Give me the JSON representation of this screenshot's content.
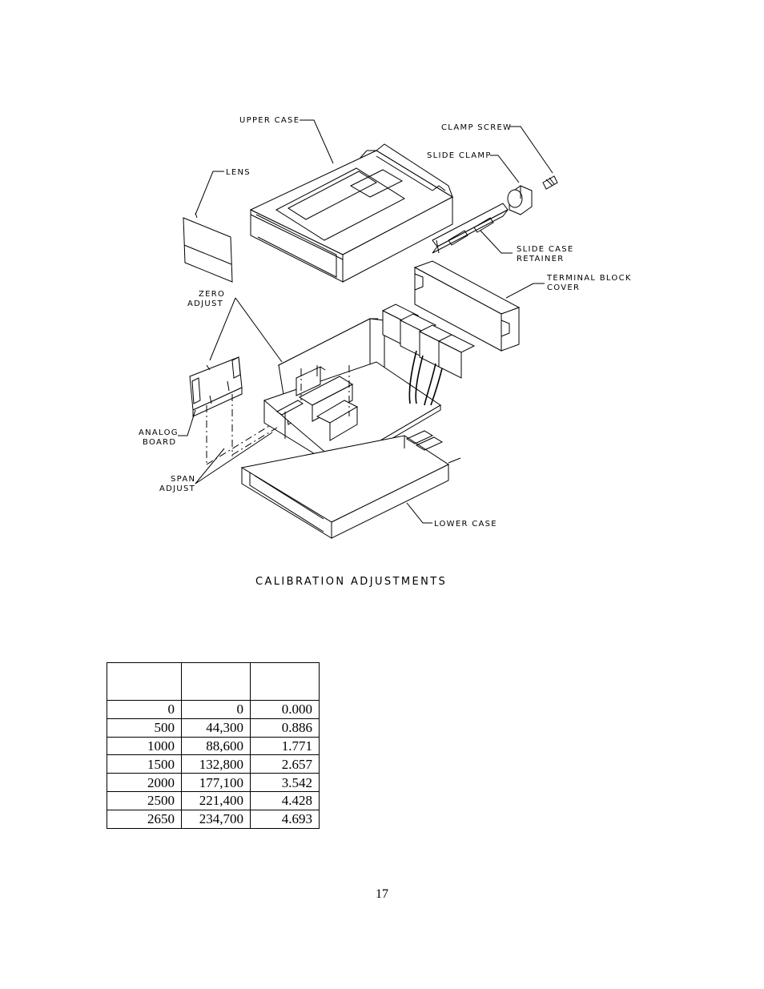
{
  "diagram": {
    "labels": {
      "upper_case": "UPPER CASE",
      "clamp_screw": "CLAMP SCREW",
      "slide_clamp": "SLIDE CLAMP",
      "lens": "LENS",
      "slide_case_retainer_1": "SLIDE CASE",
      "slide_case_retainer_2": "RETAINER",
      "terminal_block_cover_1": "TERMINAL BLOCK",
      "terminal_block_cover_2": "COVER",
      "zero_adjust_1": "ZERO",
      "zero_adjust_2": "ADJUST",
      "analog_board_1": "ANALOG",
      "analog_board_2": "BOARD",
      "span_adjust_1": "SPAN",
      "span_adjust_2": "ADJUST",
      "lower_case": "LOWER CASE"
    },
    "caption": "CALIBRATION ADJUSTMENTS"
  },
  "table": {
    "header": [
      "",
      "",
      ""
    ],
    "rows": [
      [
        "0",
        "0",
        "0.000"
      ],
      [
        "500",
        "44,300",
        "0.886"
      ],
      [
        "1000",
        "88,600",
        "1.771"
      ],
      [
        "1500",
        "132,800",
        "2.657"
      ],
      [
        "2000",
        "177,100",
        "3.542"
      ],
      [
        "2500",
        "221,400",
        "4.428"
      ],
      [
        "2650",
        "234,700",
        "4.693"
      ]
    ]
  },
  "page_number": "17"
}
